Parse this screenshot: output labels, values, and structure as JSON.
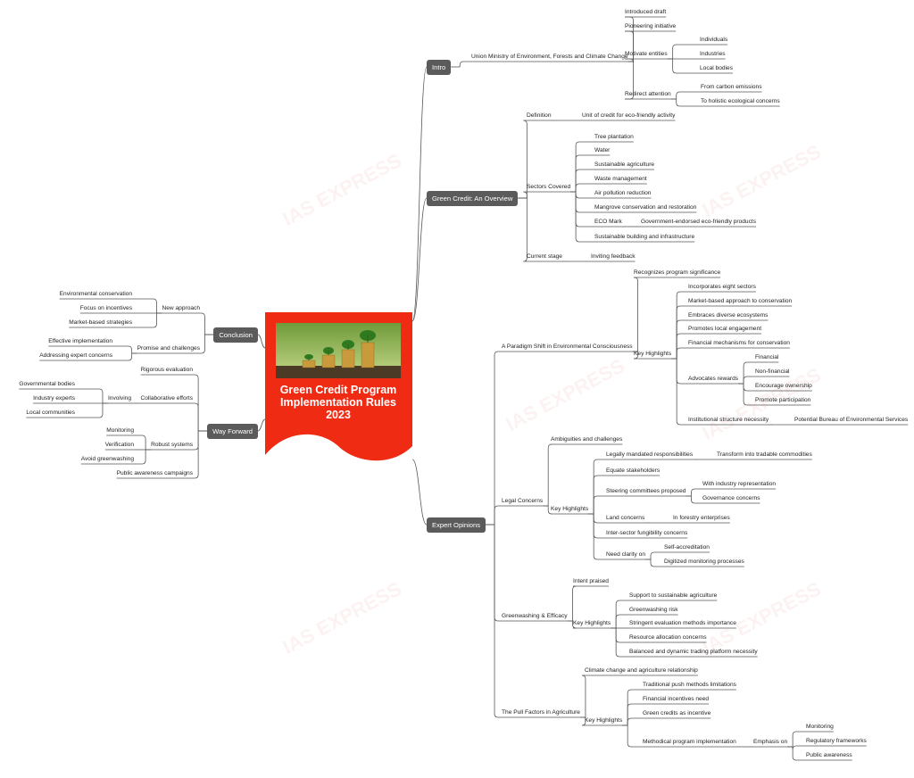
{
  "central": {
    "title": "Green Credit Program Implementation Rules 2023"
  },
  "watermark": "IAS EXPRESS",
  "colors": {
    "central_bg": "#f02b14",
    "branch_pill": "#5b5b5b",
    "connector": "#555555"
  },
  "right_branches": [
    {
      "label": "Intro",
      "children": [
        {
          "label": "Union Ministry of Environment, Forests and Climate Change",
          "children": [
            {
              "label": "Introduced draft"
            },
            {
              "label": "Pioneering initiative"
            },
            {
              "label": "Motivate entities",
              "children": [
                {
                  "label": "Individuals"
                },
                {
                  "label": "Industries"
                },
                {
                  "label": "Local bodies"
                }
              ]
            },
            {
              "label": "Redirect attention",
              "children": [
                {
                  "label": "From carbon emissions"
                },
                {
                  "label": "To holistic ecological concerns"
                }
              ]
            }
          ]
        }
      ]
    },
    {
      "label": "Green Credit: An Overview",
      "children": [
        {
          "label": "Definition",
          "children": [
            {
              "label": "Unit of credit for eco-friendly activity"
            }
          ]
        },
        {
          "label": "Sectors Covered",
          "children": [
            {
              "label": "Tree plantation"
            },
            {
              "label": "Water"
            },
            {
              "label": "Sustainable agriculture"
            },
            {
              "label": "Waste management"
            },
            {
              "label": "Air pollution reduction"
            },
            {
              "label": "Mangrove conservation and restoration"
            },
            {
              "label": "ECO Mark",
              "children": [
                {
                  "label": "Government-endorsed eco-friendly products"
                }
              ]
            },
            {
              "label": "Sustainable building and infrastructure"
            }
          ]
        },
        {
          "label": "Current stage",
          "children": [
            {
              "label": "Inviting feedback"
            }
          ]
        }
      ]
    },
    {
      "label": "Expert Opinions",
      "children": [
        {
          "label": "A Paradigm Shift in Environmental Consciousness",
          "children": [
            {
              "label": "Recognizes program significance"
            },
            {
              "label": "Key Highlights",
              "children": [
                {
                  "label": "Incorporates eight sectors"
                },
                {
                  "label": "Market-based approach to conservation"
                },
                {
                  "label": "Embraces diverse ecosystems"
                },
                {
                  "label": "Promotes local engagement"
                },
                {
                  "label": "Financial mechanisms for conservation"
                },
                {
                  "label": "Advocates rewards",
                  "children": [
                    {
                      "label": "Financial"
                    },
                    {
                      "label": "Non-financial"
                    },
                    {
                      "label": "Encourage ownership"
                    },
                    {
                      "label": "Promote participation"
                    }
                  ]
                },
                {
                  "label": "Institutional structure necessity",
                  "children": [
                    {
                      "label": "Potential Bureau of Environmental Services"
                    }
                  ]
                }
              ]
            }
          ]
        },
        {
          "label": "Legal Concerns",
          "children": [
            {
              "label": "Ambiguities and challenges"
            },
            {
              "label": "Key Highlights",
              "children": [
                {
                  "label": "Legally mandated responsibilities",
                  "children": [
                    {
                      "label": "Transform into tradable commodities"
                    }
                  ]
                },
                {
                  "label": "Equate stakeholders"
                },
                {
                  "label": "Steering committees proposed",
                  "children": [
                    {
                      "label": "With industry representation"
                    },
                    {
                      "label": "Governance concerns"
                    }
                  ]
                },
                {
                  "label": "Land concerns",
                  "children": [
                    {
                      "label": "In forestry enterprises"
                    }
                  ]
                },
                {
                  "label": "Inter-sector fungibility concerns"
                },
                {
                  "label": "Need clarity on",
                  "children": [
                    {
                      "label": "Self-accreditation"
                    },
                    {
                      "label": "Digitized monitoring processes"
                    }
                  ]
                }
              ]
            }
          ]
        },
        {
          "label": "Greenwashing & Efficacy",
          "children": [
            {
              "label": "Intent praised"
            },
            {
              "label": "Key Highlights",
              "children": [
                {
                  "label": "Support to sustainable agriculture"
                },
                {
                  "label": "Greenwashing risk"
                },
                {
                  "label": "Stringent evaluation methods importance"
                },
                {
                  "label": "Resource allocation concerns"
                },
                {
                  "label": "Balanced and dynamic trading platform necessity"
                }
              ]
            }
          ]
        },
        {
          "label": "The Pull Factors in Agriculture",
          "children": [
            {
              "label": "Climate change and agriculture relationship"
            },
            {
              "label": "Key Highlights",
              "children": [
                {
                  "label": "Traditional push methods limitations"
                },
                {
                  "label": "Financial incentives need"
                },
                {
                  "label": "Green credits as incentive"
                },
                {
                  "label": "Methodical program implementation",
                  "children": [
                    {
                      "label": "Emphasis on",
                      "children": [
                        {
                          "label": "Monitoring"
                        },
                        {
                          "label": "Regulatory frameworks"
                        },
                        {
                          "label": "Public awareness"
                        }
                      ]
                    }
                  ]
                }
              ]
            }
          ]
        }
      ]
    }
  ],
  "left_branches": [
    {
      "label": "Conclusion",
      "children": [
        {
          "label": "New approach",
          "children": [
            {
              "label": "Environmental conservation"
            },
            {
              "label": "Focus on incentives"
            },
            {
              "label": "Market-based strategies"
            }
          ]
        },
        {
          "label": "Promise and challenges",
          "children": [
            {
              "label": "Effective implementation"
            },
            {
              "label": "Addressing expert concerns"
            }
          ]
        }
      ]
    },
    {
      "label": "Way Forward",
      "children": [
        {
          "label": "Rigorous evaluation"
        },
        {
          "label": "Collaborative efforts",
          "children": [
            {
              "label": "Involving",
              "children": [
                {
                  "label": "Governmental bodies"
                },
                {
                  "label": "Industry experts"
                },
                {
                  "label": "Local communities"
                }
              ]
            }
          ]
        },
        {
          "label": "Robust systems",
          "children": [
            {
              "label": "Monitoring"
            },
            {
              "label": "Verification"
            },
            {
              "label": "Avoid greenwashing"
            }
          ]
        },
        {
          "label": "Public awareness campaigns"
        }
      ]
    }
  ]
}
